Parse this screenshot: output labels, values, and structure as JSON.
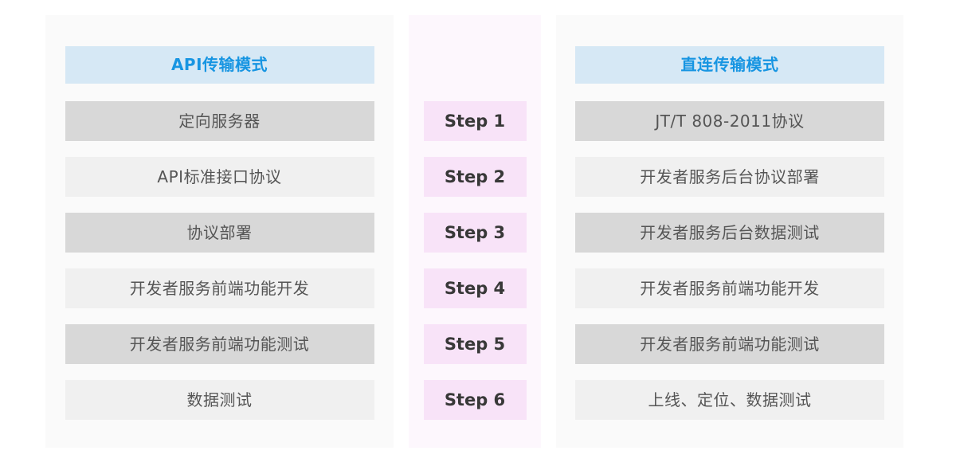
{
  "colors": {
    "page_bg": "#ffffff",
    "panel_bg": "#fafafa",
    "middle_panel_bg": "#fdf7fd",
    "header_bg": "#d6e8f5",
    "header_text": "#1795e2",
    "row_dark_bg": "#d8d8d8",
    "row_light_bg": "#f0f0f0",
    "row_text": "#555555",
    "step_bg": "#f8e3f8",
    "step_text": "#383838"
  },
  "left_column": {
    "header": "API传输模式",
    "rows": [
      "定向服务器",
      "API标准接口协议",
      "协议部署",
      "开发者服务前端功能开发",
      "开发者服务前端功能测试",
      "数据测试"
    ]
  },
  "middle_column": {
    "steps": [
      "Step 1",
      "Step 2",
      "Step 3",
      "Step 4",
      "Step 5",
      "Step 6"
    ]
  },
  "right_column": {
    "header": "直连传输模式",
    "rows": [
      "JT/T 808-2011协议",
      "开发者服务后台协议部署",
      "开发者服务后台数据测试",
      "开发者服务前端功能开发",
      "开发者服务前端功能测试",
      "上线、定位、数据测试"
    ]
  }
}
